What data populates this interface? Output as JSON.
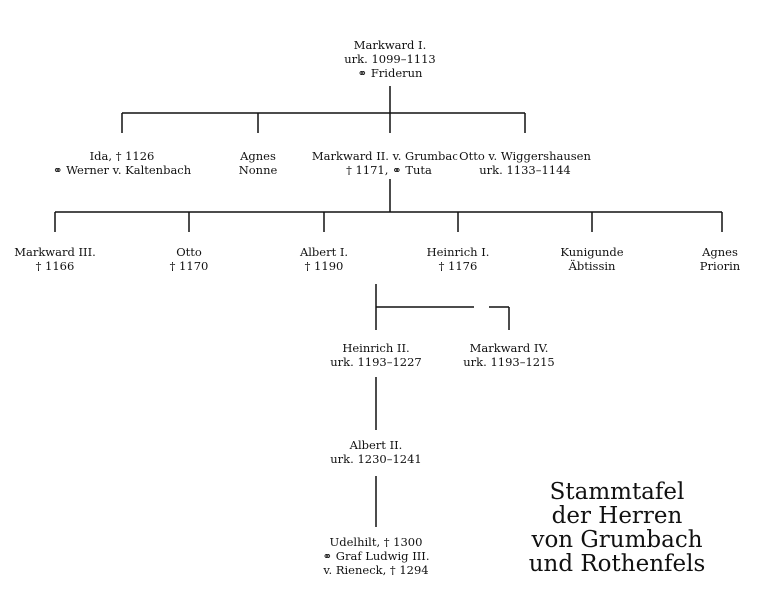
{
  "persons": {
    "markward1": [
      "Markward I.",
      "urk. 1099–1113",
      "⚭ Friderun"
    ],
    "ida": [
      "Ida, † 1126",
      "⚭ Werner v. Kaltenbach"
    ],
    "agnes_nonne": [
      "Agnes",
      "Nonne"
    ],
    "markward2": [
      "Markward II. v. Grumbach",
      "† 1171, ⚭ Tuta"
    ],
    "otto_wigg": [
      "Otto v. Wiggershausen",
      "urk. 1133–1144"
    ],
    "markward3": [
      "Markward III.",
      "† 1166"
    ],
    "otto": [
      "Otto",
      "† 1170"
    ],
    "albert1": [
      "Albert I.",
      "† 1190"
    ],
    "heinrich1": [
      "Heinrich I.",
      "† 1176"
    ],
    "kunigunde": [
      "Kunigunde",
      "Äbtissin"
    ],
    "agnes_priorin": [
      "Agnes",
      "Priorin"
    ],
    "heinrich2": [
      "Heinrich II.",
      "urk. 1193–1227"
    ],
    "markward4": [
      "Markward IV.",
      "urk. 1193–1215"
    ],
    "albert2": [
      "Albert II.",
      "urk. 1230–1241"
    ],
    "udelhilt": [
      "Udelhilt, † 1300",
      "⚭ Graf Ludwig III.",
      "v. Rieneck, † 1294"
    ]
  },
  "title_lines": [
    "Stammtafel",
    "der Herren",
    "von Grumbach",
    "und Rothenfels"
  ],
  "line_color": "#111111"
}
